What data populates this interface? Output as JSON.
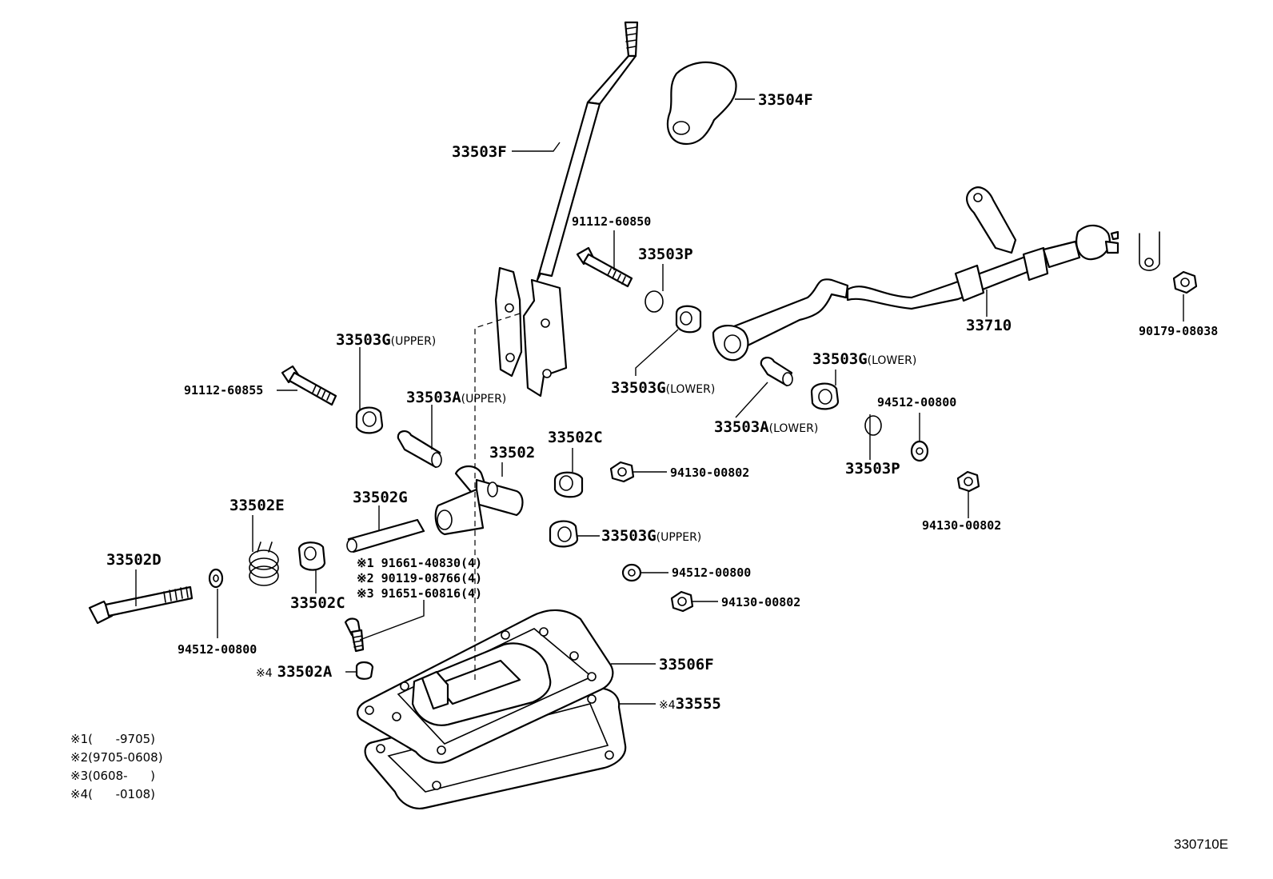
{
  "labels": {
    "knob": "33504F",
    "lever": "33503F",
    "bolt_top": "91112-60850",
    "oring_top": "33503P",
    "bush_upper_left": "33503G",
    "bush_upper_left_pos": "(UPPER)",
    "bolt_left": "91112-60855",
    "sleeve_upper": "33503A",
    "sleeve_upper_pos": "(UPPER)",
    "bush_lower_mid": "33503G",
    "bush_lower_mid_pos": "(LOWER)",
    "sleeve_lower": "33503A",
    "sleeve_lower_pos": "(LOWER)",
    "bush_lower_right": "33503G",
    "bush_lower_right_pos": "(LOWER)",
    "rod": "33710",
    "nut_far_right": "90179-08038",
    "washer_right": "94512-00800",
    "oring_right": "33503P",
    "nut_right": "94130-00802",
    "retainer": "33502",
    "collar_mid": "33502C",
    "nut_mid": "94130-00802",
    "spring": "33502E",
    "pin": "33502G",
    "bush_upper_mid": "33503G",
    "bush_upper_mid_pos": "(UPPER)",
    "bolt_long": "33502D",
    "collar_left": "33502C",
    "washer_mid": "94512-00800",
    "nut_lower": "94130-00802",
    "washer_left": "94512-00800",
    "bolts_1": "※1 91661-40830(4)",
    "bolts_2": "※2 90119-08766(4)",
    "bolts_3": "※3 91651-60816(4)",
    "cap_prefix": "※4",
    "cap": "33502A",
    "housing": "33506F",
    "gasket_prefix": "※4",
    "gasket": "33555"
  },
  "notes": [
    "※1(      -9705)",
    "※2(9705-0608)",
    "※3(0608-      )",
    "※4(      -0108)"
  ],
  "figure_id": "330710E"
}
